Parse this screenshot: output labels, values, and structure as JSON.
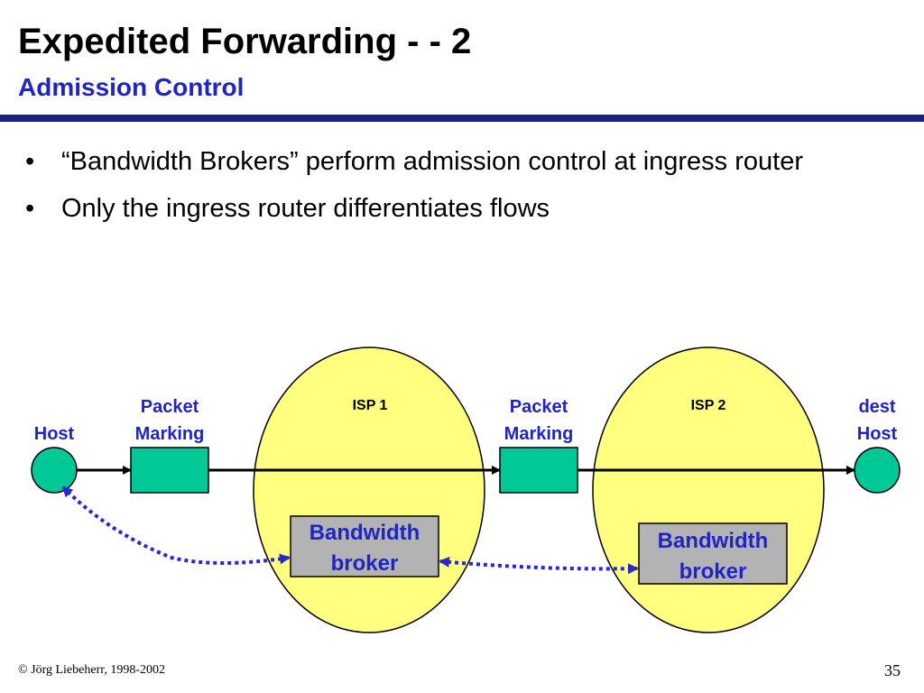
{
  "slide": {
    "title": "Expedited Forwarding - - 2",
    "subtitle": "Admission Control",
    "bullets": [
      "“Bandwidth Brokers” perform admission control at ingress router",
      "Only the ingress router differentiates flows"
    ],
    "footer": "© Jörg Liebeherr, 1998-2002",
    "page_number": "35"
  },
  "diagram": {
    "host_label": "Host",
    "dest_host_label": [
      "dest",
      "Host"
    ],
    "packet_marking_1": [
      "Packet",
      "Marking"
    ],
    "packet_marking_2": [
      "Packet",
      "Marking"
    ],
    "isp1_label": "ISP 1",
    "isp2_label": "ISP 2",
    "broker_1": [
      "Bandwidth",
      "broker"
    ],
    "broker_2": [
      "Bandwidth",
      "broker"
    ],
    "colors": {
      "isp_fill": "#ffff80",
      "node_fill": "#00c896",
      "broker_fill": "#b3b3b3",
      "label_blue": "#1f24c8",
      "dotted_arrow": "#2828d0"
    }
  }
}
